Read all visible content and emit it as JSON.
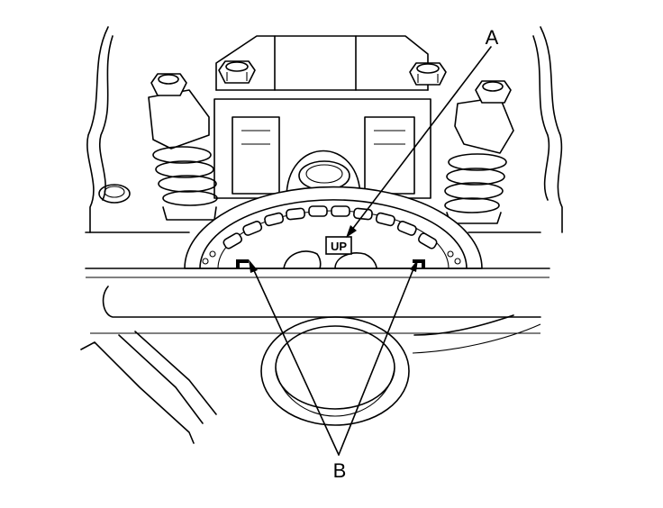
{
  "labels": {
    "callout_a": "A",
    "callout_b": "B",
    "up_mark": "UP"
  }
}
